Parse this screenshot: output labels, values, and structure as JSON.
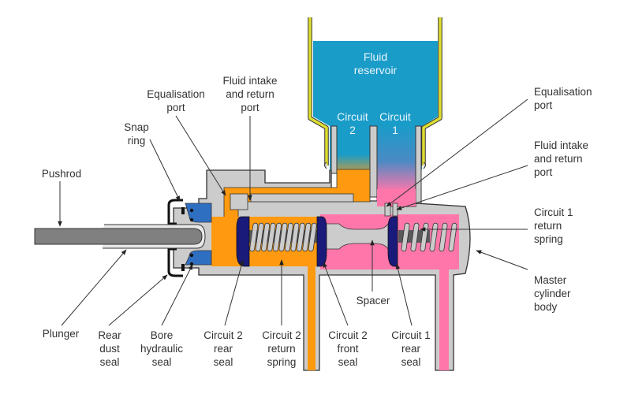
{
  "title": "Brake master cylinder cross-section",
  "colors": {
    "body": "#cccccc",
    "outline": "#333333",
    "circuit1_fluid": "#ff77aa",
    "circuit2_fluid": "#ff9a10",
    "reservoir_fluid": "#1a9cc9",
    "reservoir_wall": "#dede30",
    "seal": "#1a1a7a",
    "bore_seal": "#2f6fc2",
    "pushrod": "#808080",
    "spring_core": "#5a5a5a"
  },
  "reservoir": {
    "title_line1": "Fluid",
    "title_line2": "reservoir",
    "circuit2_line1": "Circuit",
    "circuit2_line2": "2",
    "circuit1_line1": "Circuit",
    "circuit1_line2": "1"
  },
  "labels": {
    "pushrod": [
      "Pushrod"
    ],
    "snap_ring": [
      "Snap",
      "ring"
    ],
    "equalisation_port_left": [
      "Equalisation",
      "port"
    ],
    "fluid_intake_left": [
      "Fluid intake",
      "and return",
      "port"
    ],
    "equalisation_port_right": [
      "Equalisation",
      "port"
    ],
    "fluid_intake_right": [
      "Fluid intake",
      "and return",
      "port"
    ],
    "circuit1_return_spring": [
      "Circuit 1",
      "return",
      "spring"
    ],
    "master_cylinder_body": [
      "Master",
      "cylinder",
      "body"
    ],
    "plunger": [
      "Plunger"
    ],
    "rear_dust_seal": [
      "Rear",
      "dust",
      "seal"
    ],
    "bore_hydraulic_seal": [
      "Bore",
      "hydraulic",
      "seal"
    ],
    "circuit2_rear_seal": [
      "Circuit 2",
      "rear",
      "seal"
    ],
    "circuit2_return_spring": [
      "Circuit 2",
      "return",
      "spring"
    ],
    "spacer": [
      "Spacer"
    ],
    "circuit2_front_seal": [
      "Circuit 2",
      "front",
      "seal"
    ],
    "circuit1_rear_seal": [
      "Circuit 1",
      "rear",
      "seal"
    ]
  }
}
